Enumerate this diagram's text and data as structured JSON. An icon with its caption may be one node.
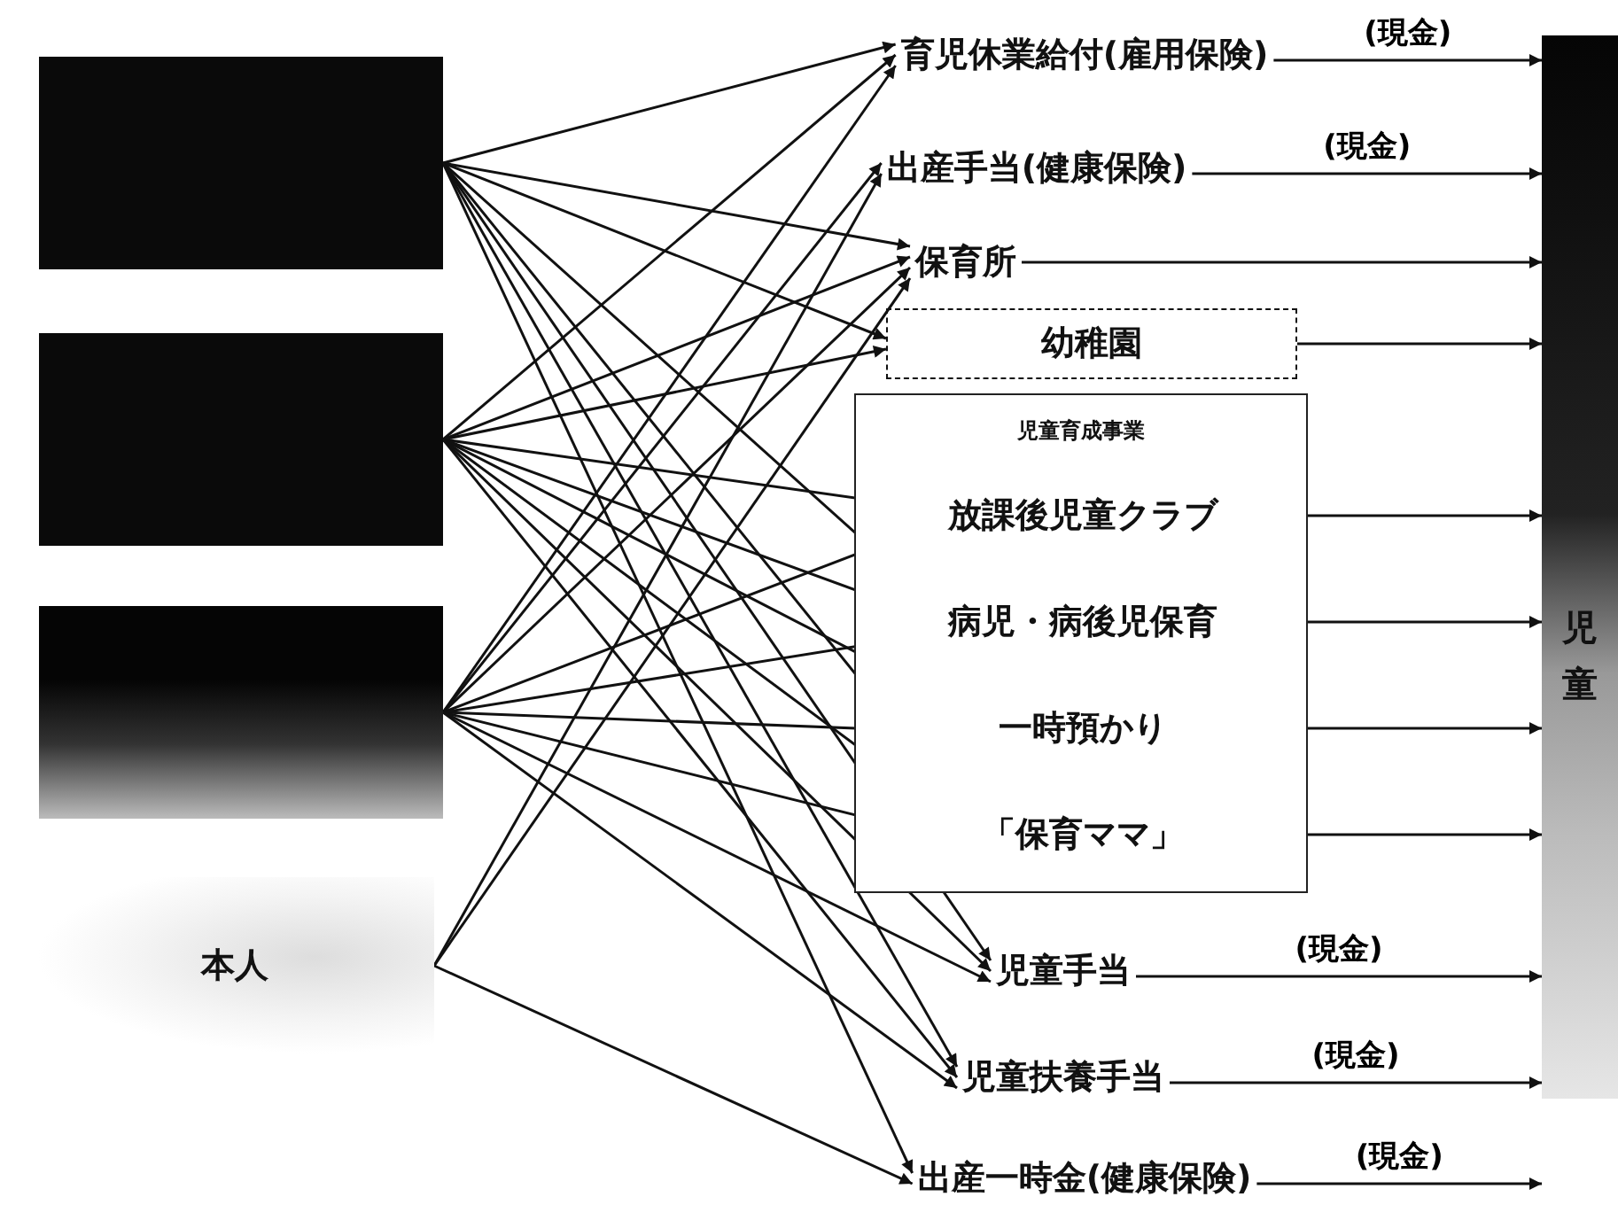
{
  "diagram": {
    "nodes": [
      {
        "text": [],
        "shape": "box"
      },
      {
        "text": [],
        "shape": "box"
      },
      {
        "text": [],
        "shape": "box"
      },
      {
        "text": [
          "本人"
        ]
      },
      {
        "text": [
          "育児休業給付(雇用保険)"
        ]
      },
      {
        "text": [
          "出産手当(健康保険)"
        ]
      },
      {
        "text": [
          "保育所"
        ]
      },
      {
        "text": [
          "幼稚園"
        ]
      },
      {
        "text": [
          "児童育成事業"
        ]
      },
      {
        "text": [
          "放課後児童クラブ"
        ],
        "in": 8
      },
      {
        "text": [
          "病児・病後児保育"
        ],
        "in": 8
      },
      {
        "text": [
          "一時預かり"
        ],
        "in": 8
      },
      {
        "text": [
          "「保育ママ」"
        ],
        "in": 8
      },
      {
        "text": [
          "児童手当"
        ]
      },
      {
        "text": [
          "児童扶養手当"
        ]
      },
      {
        "text": [
          "出産一時金(健康保険)"
        ]
      },
      {
        "text": [
          "児童"
        ]
      }
    ],
    "edges": [
      {
        "from": 0,
        "to": 4,
        "arrow": "to"
      },
      {
        "from": 0,
        "to": 6,
        "arrow": "to"
      },
      {
        "from": 0,
        "to": 7,
        "arrow": "to"
      },
      {
        "from": 0,
        "to": 10,
        "arrow": "to"
      },
      {
        "from": 0,
        "to": 12,
        "arrow": "to"
      },
      {
        "from": 0,
        "to": 13,
        "arrow": "to"
      },
      {
        "from": 0,
        "to": 14,
        "arrow": "to"
      },
      {
        "from": 0,
        "to": 15,
        "arrow": "to"
      },
      {
        "from": 1,
        "to": 4,
        "arrow": "to"
      },
      {
        "from": 1,
        "to": 6,
        "arrow": "to"
      },
      {
        "from": 1,
        "to": 7,
        "arrow": "to"
      },
      {
        "from": 1,
        "to": 9,
        "arrow": "to"
      },
      {
        "from": 1,
        "to": 10,
        "arrow": "to"
      },
      {
        "from": 1,
        "to": 11,
        "arrow": "to"
      },
      {
        "from": 1,
        "to": 12,
        "arrow": "to"
      },
      {
        "from": 1,
        "to": 13,
        "arrow": "to"
      },
      {
        "from": 1,
        "to": 14,
        "arrow": "to"
      },
      {
        "from": 2,
        "to": 4,
        "arrow": "to"
      },
      {
        "from": 2,
        "to": 5,
        "arrow": "to"
      },
      {
        "from": 2,
        "to": 6,
        "arrow": "to"
      },
      {
        "from": 2,
        "to": 9,
        "arrow": "to"
      },
      {
        "from": 2,
        "to": 10,
        "arrow": "to"
      },
      {
        "from": 2,
        "to": 11,
        "arrow": "to"
      },
      {
        "from": 2,
        "to": 12,
        "arrow": "to"
      },
      {
        "from": 2,
        "to": 13,
        "arrow": "to"
      },
      {
        "from": 2,
        "to": 14,
        "arrow": "to"
      },
      {
        "from": 3,
        "to": 5,
        "arrow": "to"
      },
      {
        "from": 3,
        "to": 6,
        "arrow": "to"
      },
      {
        "from": 3,
        "to": 15,
        "arrow": "to"
      },
      {
        "from": 4,
        "to": 16,
        "arrow": "to",
        "label": "(現金)"
      },
      {
        "from": 5,
        "to": 16,
        "arrow": "to",
        "label": "(現金)"
      },
      {
        "from": 6,
        "to": 16,
        "arrow": "to"
      },
      {
        "from": 7,
        "to": 16,
        "arrow": "to"
      },
      {
        "from": 9,
        "to": 16,
        "arrow": "to"
      },
      {
        "from": 10,
        "to": 16,
        "arrow": "to"
      },
      {
        "from": 11,
        "to": 16,
        "arrow": "to"
      },
      {
        "from": 12,
        "to": 16,
        "arrow": "to"
      },
      {
        "from": 13,
        "to": 16,
        "arrow": "to",
        "label": "(現金)"
      },
      {
        "from": 14,
        "to": 16,
        "arrow": "to",
        "label": "(現金)"
      },
      {
        "from": 15,
        "to": 16,
        "arrow": "to",
        "label": "(現金)"
      }
    ]
  }
}
